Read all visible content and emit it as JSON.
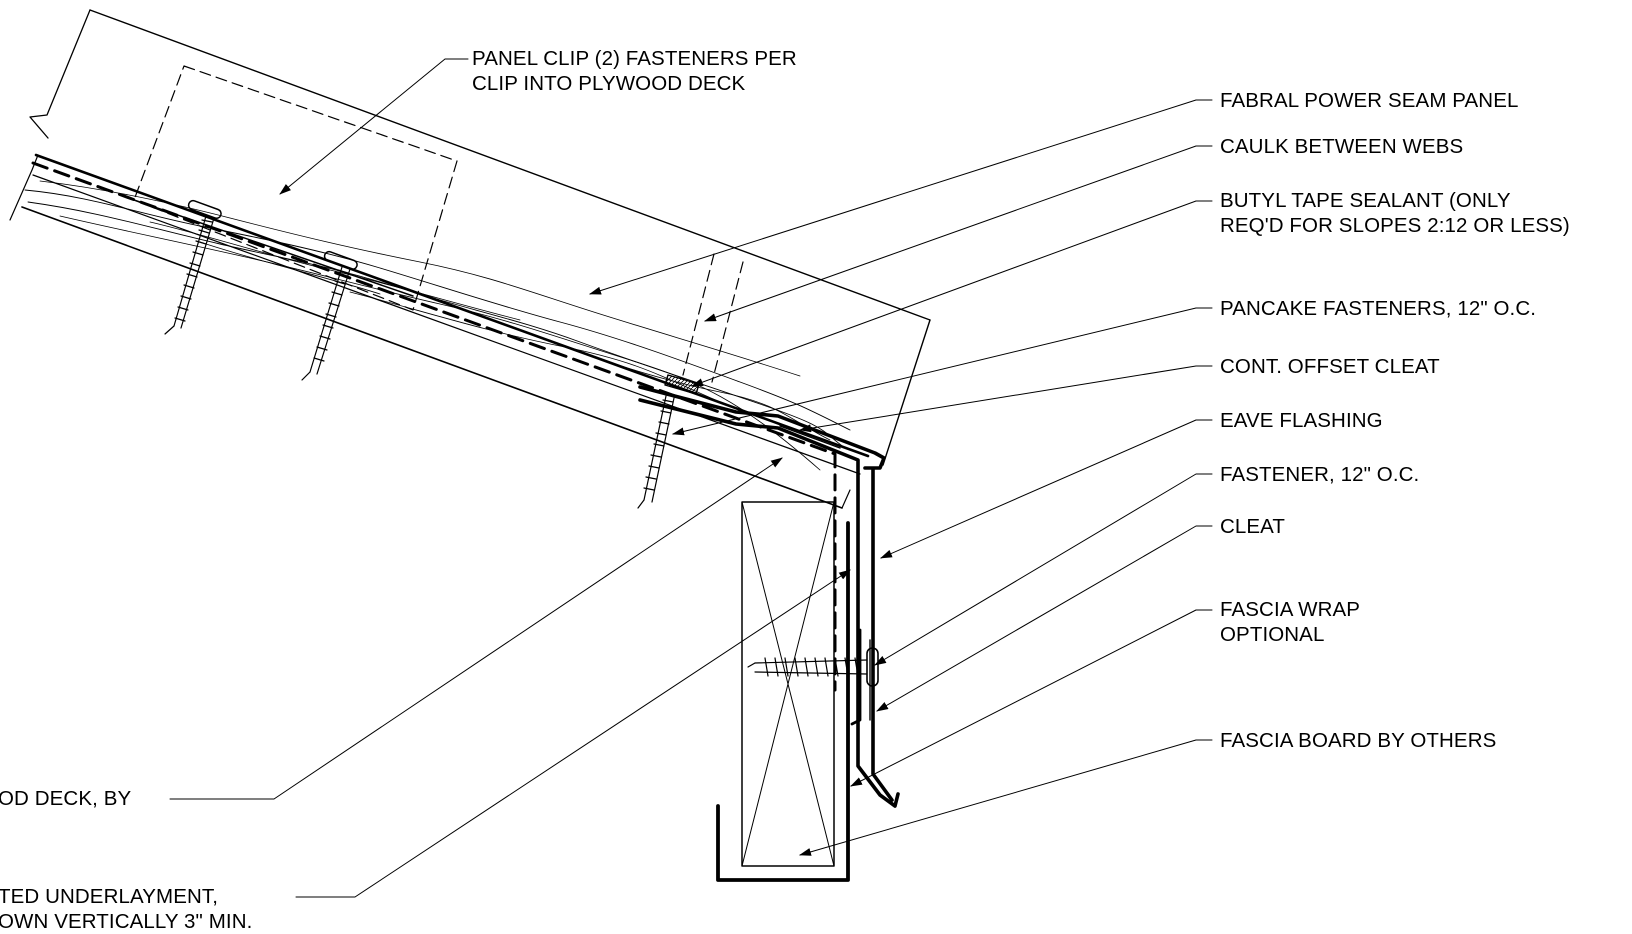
{
  "drawing": {
    "callouts": {
      "panel_clip": {
        "line1": "PANEL CLIP (2) FASTENERS PER",
        "line2": "CLIP INTO PLYWOOD DECK"
      },
      "panel": {
        "line1": "FABRAL POWER SEAM PANEL"
      },
      "caulk": {
        "line1": "CAULK BETWEEN WEBS"
      },
      "butyl": {
        "line1": "BUTYL TAPE SEALANT (ONLY",
        "line2": "REQ'D FOR SLOPES 2:12 OR LESS)"
      },
      "pancake": {
        "line1": "PANCAKE FASTENERS, 12\" O.C."
      },
      "offset_cleat": {
        "line1": "CONT. OFFSET CLEAT"
      },
      "eave_flashing": {
        "line1": "EAVE FLASHING"
      },
      "fastener": {
        "line1": "FASTENER, 12\" O.C."
      },
      "cleat": {
        "line1": "CLEAT"
      },
      "fascia_wrap": {
        "line1": "FASCIA WRAP",
        "line2": "OPTIONAL"
      },
      "fascia_board": {
        "line1": "FASCIA BOARD BY OTHERS"
      },
      "deck": {
        "line1": "OD DECK, BY"
      },
      "underlayment": {
        "line1": "TED UNDERLAYMENT,",
        "line2": "OWN VERTICALLY 3\" MIN."
      }
    }
  }
}
